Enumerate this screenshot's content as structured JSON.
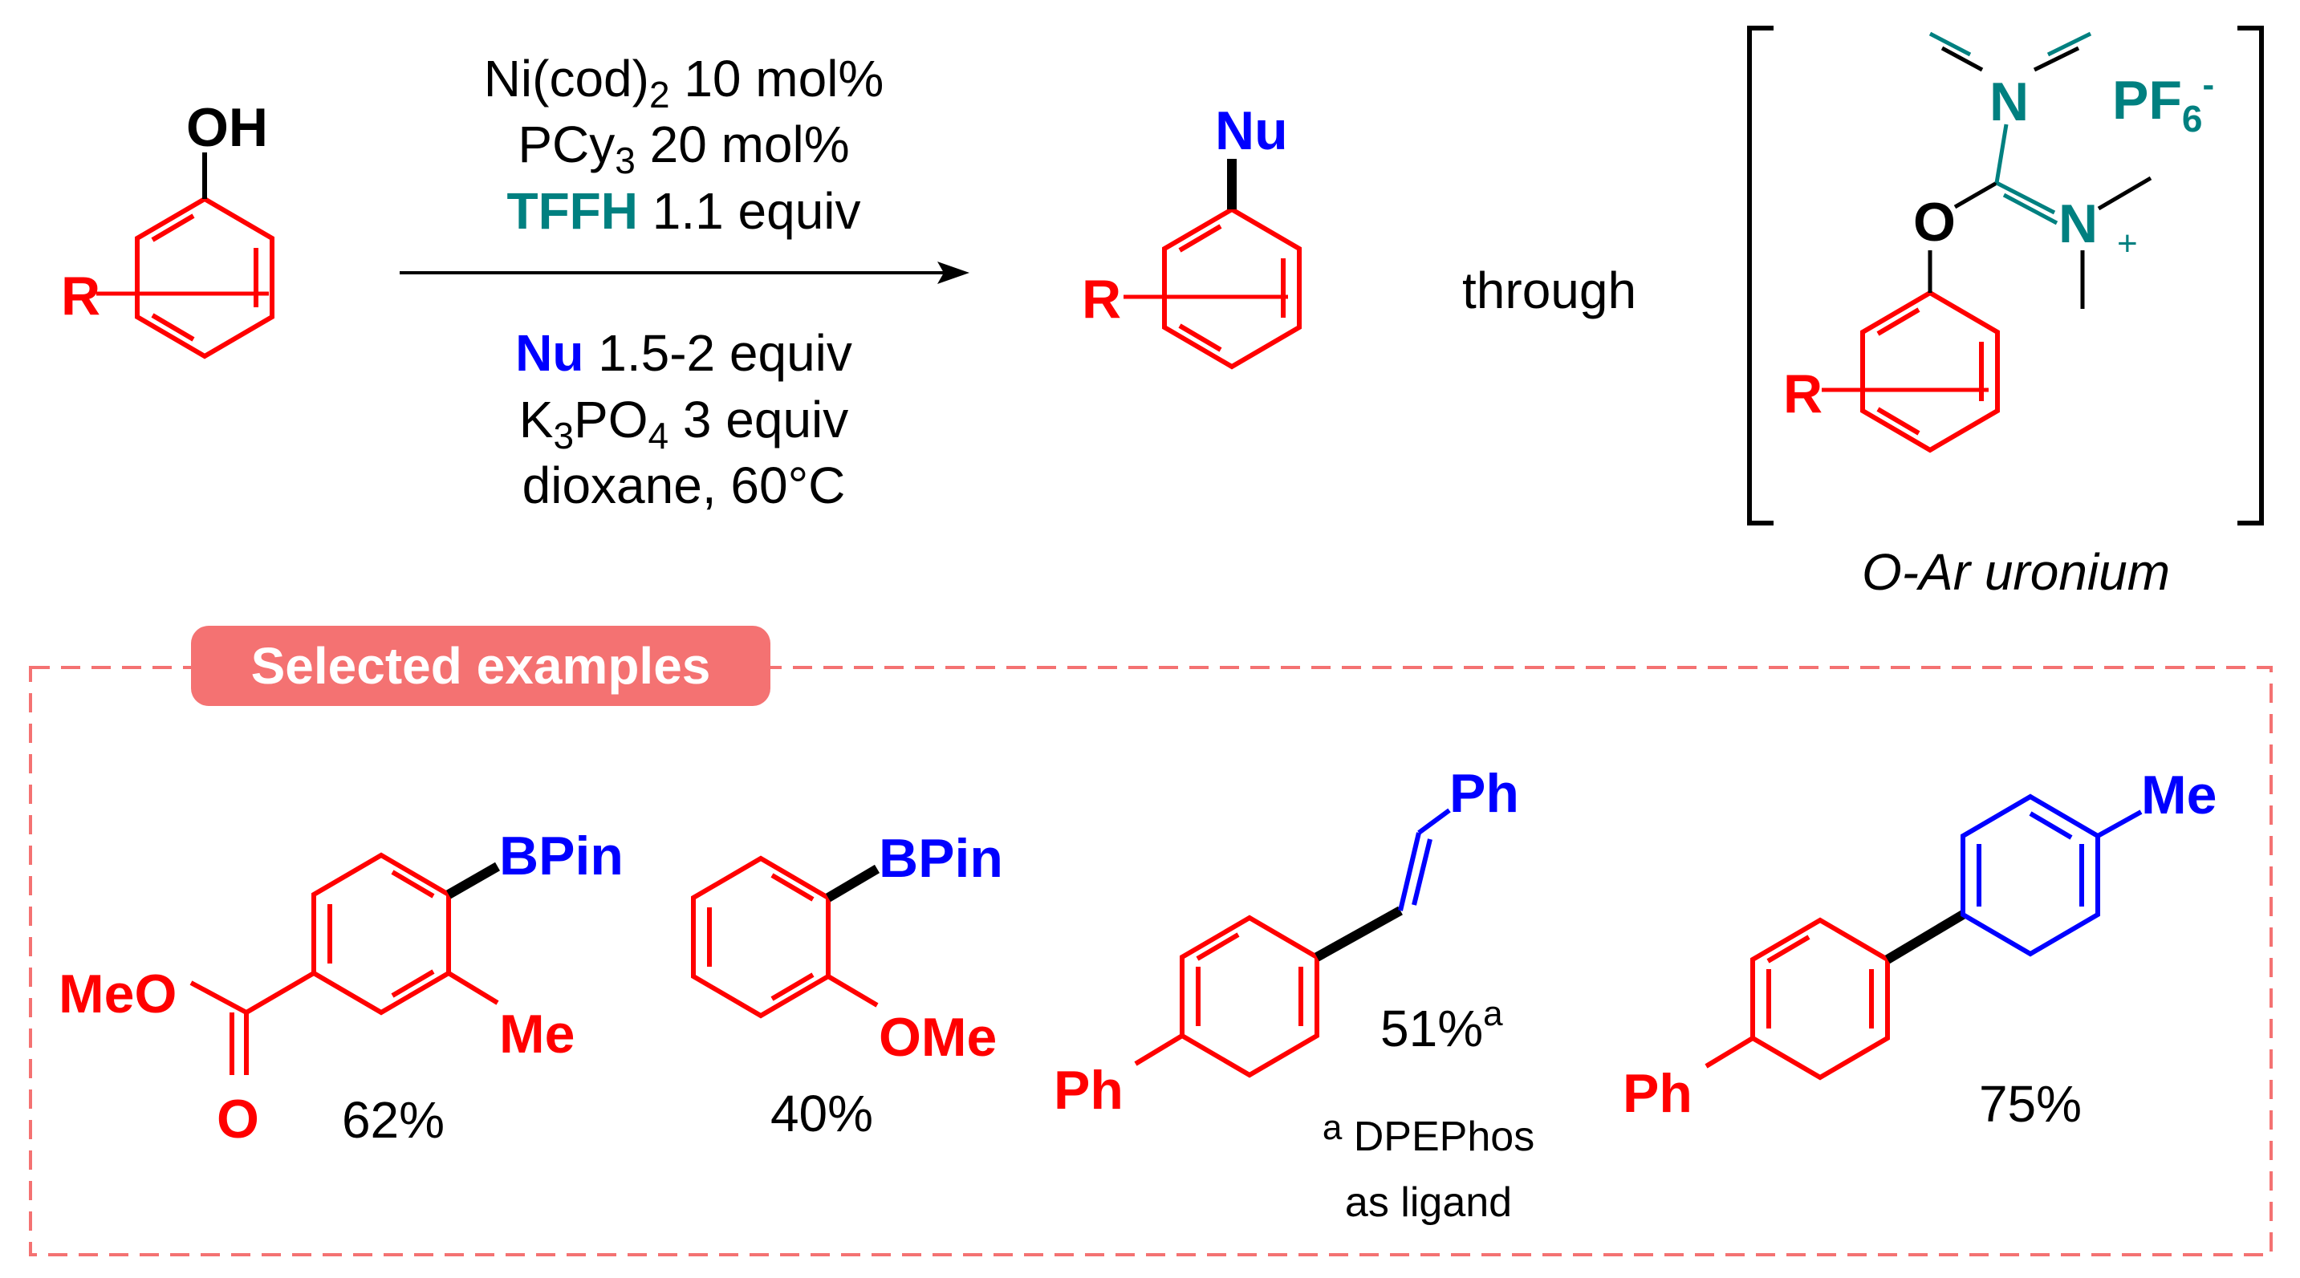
{
  "colors": {
    "substrate": "#ff0000",
    "nucleophile": "#0000ff",
    "reagent": "#008080",
    "black": "#000000",
    "badge_fill": "#f47272",
    "box_border": "#f47272"
  },
  "atoms": {
    "oh": "OH",
    "r": "R",
    "nu": "Nu",
    "o": "O",
    "n": "N",
    "bpin": "BPin",
    "meo": "MeO",
    "ome": "OMe",
    "me": "Me",
    "ph": "Ph"
  },
  "conditions": {
    "line1_main": "Ni(cod)",
    "line1_sub": "2",
    "line1_rest": " 10 mol%",
    "line2_main": "PCy",
    "line2_sub": "3",
    "line2_rest": " 20 mol%",
    "line3_reagent": "TFFH",
    "line3_rest": " 1.1 equiv",
    "line4_nu": "Nu",
    "line4_rest": " 1.5-2 equiv",
    "line5_k": "K",
    "line5_sub1": "3",
    "line5_po": "PO",
    "line5_sub2": "4",
    "line5_rest": " 3 equiv",
    "line6": "dioxane, 60°C"
  },
  "through_label": "through",
  "uronium": {
    "pf": "PF",
    "pf_sub": "6",
    "pf_charge": "-",
    "n_charge": "+",
    "caption": "O-Ar uronium"
  },
  "examples": {
    "badge_label": "Selected examples",
    "yields": {
      "ex1": "62%",
      "ex2": "40%",
      "ex3": "51%",
      "ex3_mark": "a",
      "ex4": "75%"
    },
    "footnote_mark": "a",
    "footnote_line1": " DPEPhos",
    "footnote_line2": "as ligand"
  }
}
